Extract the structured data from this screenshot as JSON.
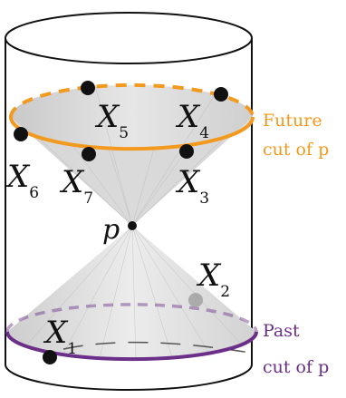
{
  "diagram": {
    "apex_label": "p",
    "points": [
      {
        "id": "X1",
        "letter": "X",
        "sub": "1"
      },
      {
        "id": "X2",
        "letter": "X",
        "sub": "2"
      },
      {
        "id": "X3",
        "letter": "X",
        "sub": "3"
      },
      {
        "id": "X4",
        "letter": "X",
        "sub": "4"
      },
      {
        "id": "X5",
        "letter": "X",
        "sub": "5"
      },
      {
        "id": "X6",
        "letter": "X",
        "sub": "6"
      },
      {
        "id": "X7",
        "letter": "X",
        "sub": "7"
      }
    ],
    "future_cut": {
      "line1": "Future",
      "line2": "cut of p"
    },
    "past_cut": {
      "line1": "Past",
      "line2": "cut of p"
    }
  },
  "colors": {
    "future": "#f39a1e",
    "past": "#6b2f8a",
    "cone": "#d4d4d4",
    "ink": "#111111"
  }
}
